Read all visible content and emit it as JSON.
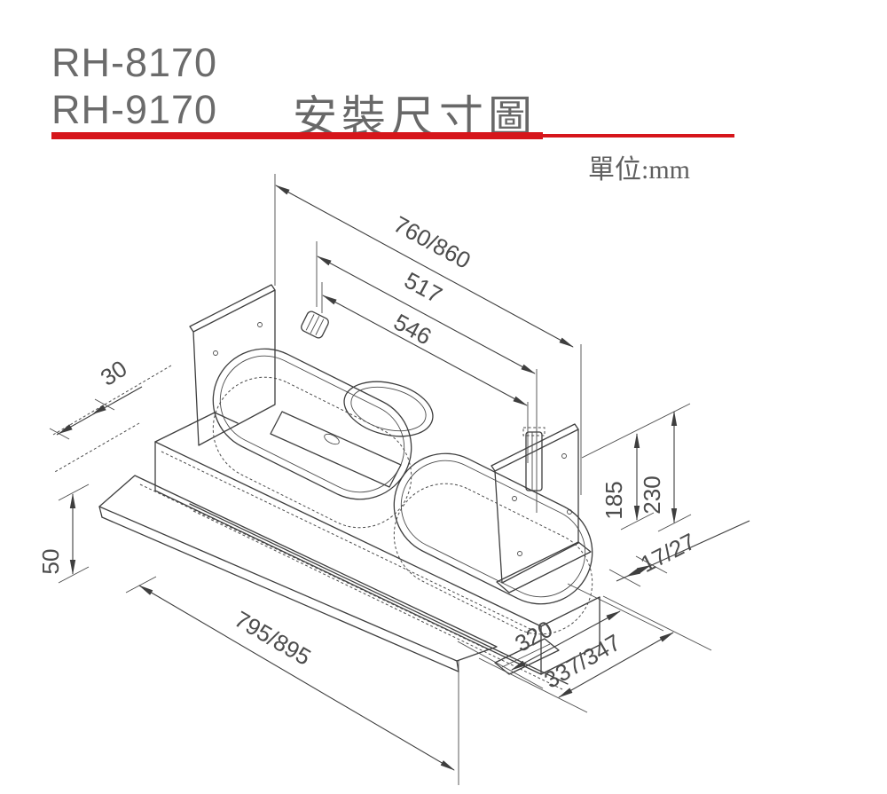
{
  "header": {
    "models": [
      "RH-8170",
      "RH-9170"
    ],
    "title": "安裝尺寸圖",
    "unit_label": "單位:mm",
    "accent_color": "#d6161b"
  },
  "drawing": {
    "type": "isometric-installation-dimension-diagram",
    "dimensions": {
      "top_overall_width": "760/860",
      "top_inner_width": "517",
      "top_bracket_span": "546",
      "back_plate_offset": "30",
      "front_visor_drop": "50",
      "body_overall_width": "795/895",
      "body_depth": "320",
      "overall_depth": "337/347",
      "back_gap": "17/27",
      "body_height": "185",
      "overall_height": "230"
    }
  }
}
